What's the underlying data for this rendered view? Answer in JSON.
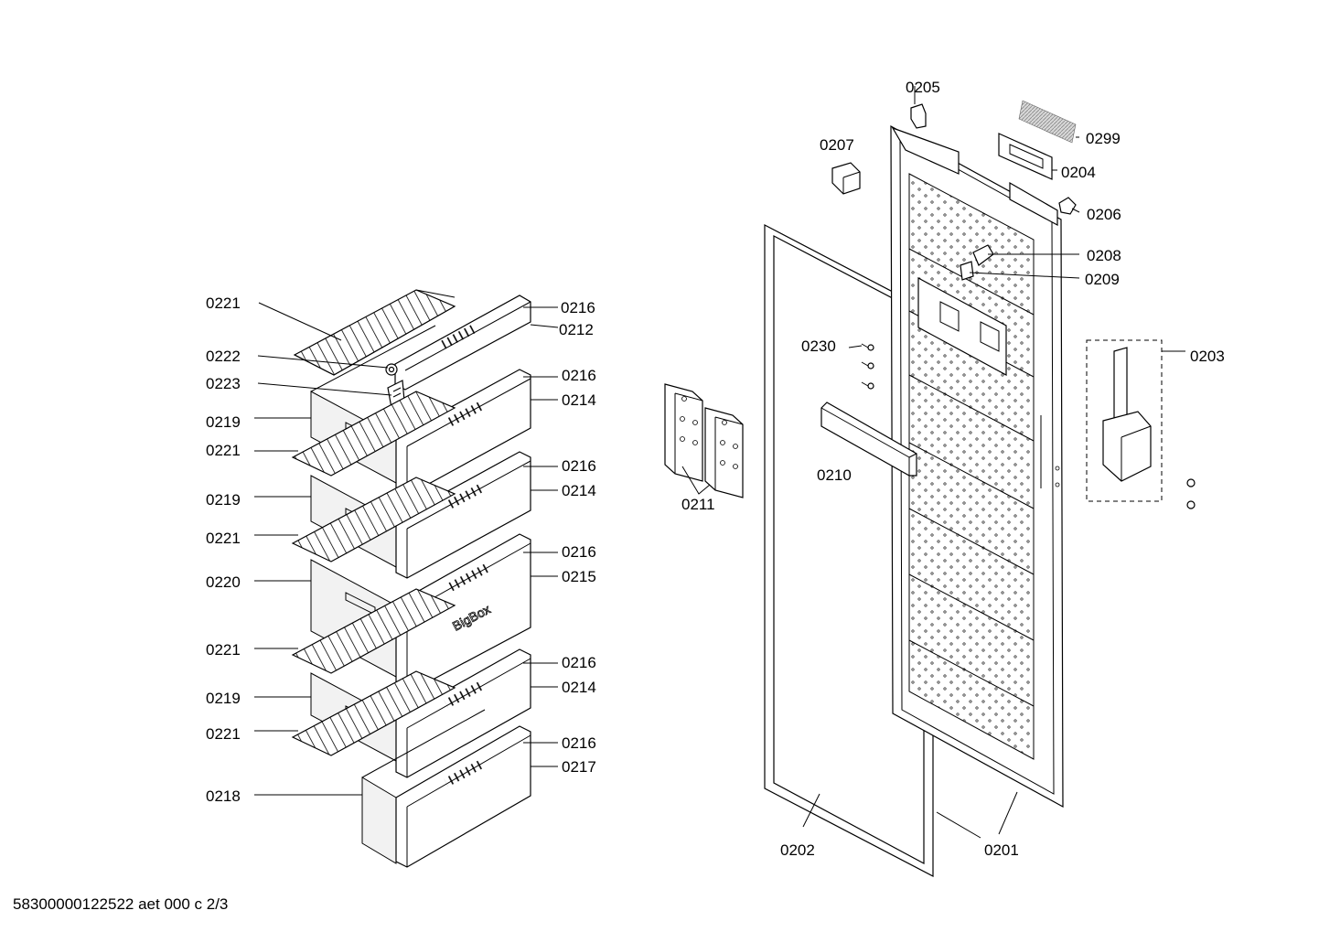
{
  "footer_text": "58300000122522 aet 000 c 2/3",
  "brand_text": "BigBox",
  "callouts": [
    {
      "id": "c0221a",
      "text": "0221"
    },
    {
      "id": "c0222",
      "text": "0222"
    },
    {
      "id": "c0223",
      "text": "0223"
    },
    {
      "id": "c0219a",
      "text": "0219"
    },
    {
      "id": "c0221b",
      "text": "0221"
    },
    {
      "id": "c0219b",
      "text": "0219"
    },
    {
      "id": "c0221c",
      "text": "0221"
    },
    {
      "id": "c0220",
      "text": "0220"
    },
    {
      "id": "c0221d",
      "text": "0221"
    },
    {
      "id": "c0219c",
      "text": "0219"
    },
    {
      "id": "c0221e",
      "text": "0221"
    },
    {
      "id": "c0218",
      "text": "0218"
    },
    {
      "id": "c0216a",
      "text": "0216"
    },
    {
      "id": "c0212",
      "text": "0212"
    },
    {
      "id": "c0216b",
      "text": "0216"
    },
    {
      "id": "c0214a",
      "text": "0214"
    },
    {
      "id": "c0216c",
      "text": "0216"
    },
    {
      "id": "c0214b",
      "text": "0214"
    },
    {
      "id": "c0216d",
      "text": "0216"
    },
    {
      "id": "c0215",
      "text": "0215"
    },
    {
      "id": "c0216e",
      "text": "0216"
    },
    {
      "id": "c0214c",
      "text": "0214"
    },
    {
      "id": "c0216f",
      "text": "0216"
    },
    {
      "id": "c0217",
      "text": "0217"
    },
    {
      "id": "c0211",
      "text": "0211"
    },
    {
      "id": "c0230",
      "text": "0230"
    },
    {
      "id": "c0210",
      "text": "0210"
    },
    {
      "id": "c0207",
      "text": "0207"
    },
    {
      "id": "c0205",
      "text": "0205"
    },
    {
      "id": "c0299",
      "text": "0299"
    },
    {
      "id": "c0204",
      "text": "0204"
    },
    {
      "id": "c0206",
      "text": "0206"
    },
    {
      "id": "c0208",
      "text": "0208"
    },
    {
      "id": "c0209",
      "text": "0209"
    },
    {
      "id": "c0203",
      "text": "0203"
    },
    {
      "id": "c0202",
      "text": "0202"
    },
    {
      "id": "c0201",
      "text": "0201"
    }
  ]
}
